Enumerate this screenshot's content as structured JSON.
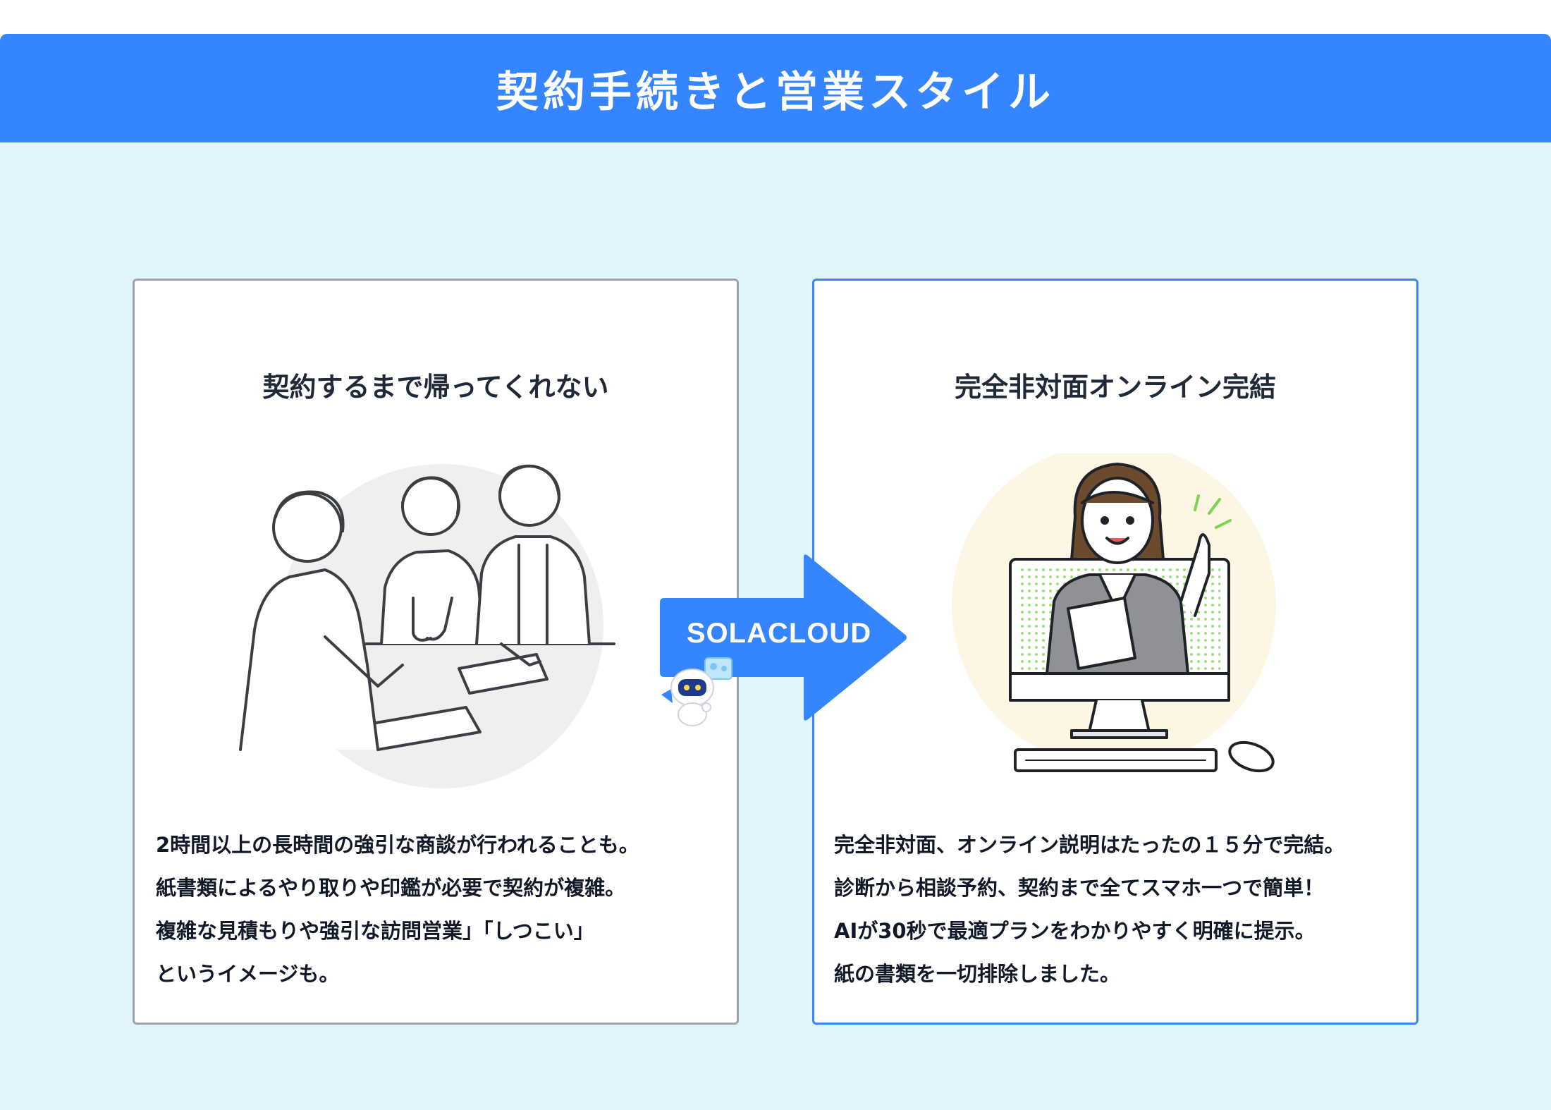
{
  "header": {
    "title": "契約手続きと営業スタイル"
  },
  "left_card": {
    "title": "契約するまで帰ってくれない",
    "lines": [
      "2時間以上の長時間の強引な商談が行われることも。",
      "紙書類によるやり取りや印鑑が必要で契約が複雑。",
      "複雑な見積もりや強引な訪問営業」「しつこい」",
      "というイメージも。"
    ]
  },
  "arrow": {
    "label": "SOLACLOUD"
  },
  "right_card": {
    "title": "完全非対面オンライン完結",
    "lines": [
      "完全非対面、オンライン説明はたったの１５分で完結。",
      "診断から相談予約、契約まで全てスマホ一つで簡単！",
      "AIが30秒で最適プランをわかりやすく明確に提示。",
      "紙の書類を一切排除しました。"
    ]
  },
  "colors": {
    "accent": "#3485ff",
    "panel_background": "#e1f4fb",
    "left_border": "#9ca3af",
    "right_border": "#3485ff"
  },
  "icons": {
    "left_illustration": "sales-meeting-illustration",
    "right_illustration": "online-consultation-illustration",
    "arrow": "arrow-right-icon",
    "mascot": "robot-mascot-icon"
  }
}
